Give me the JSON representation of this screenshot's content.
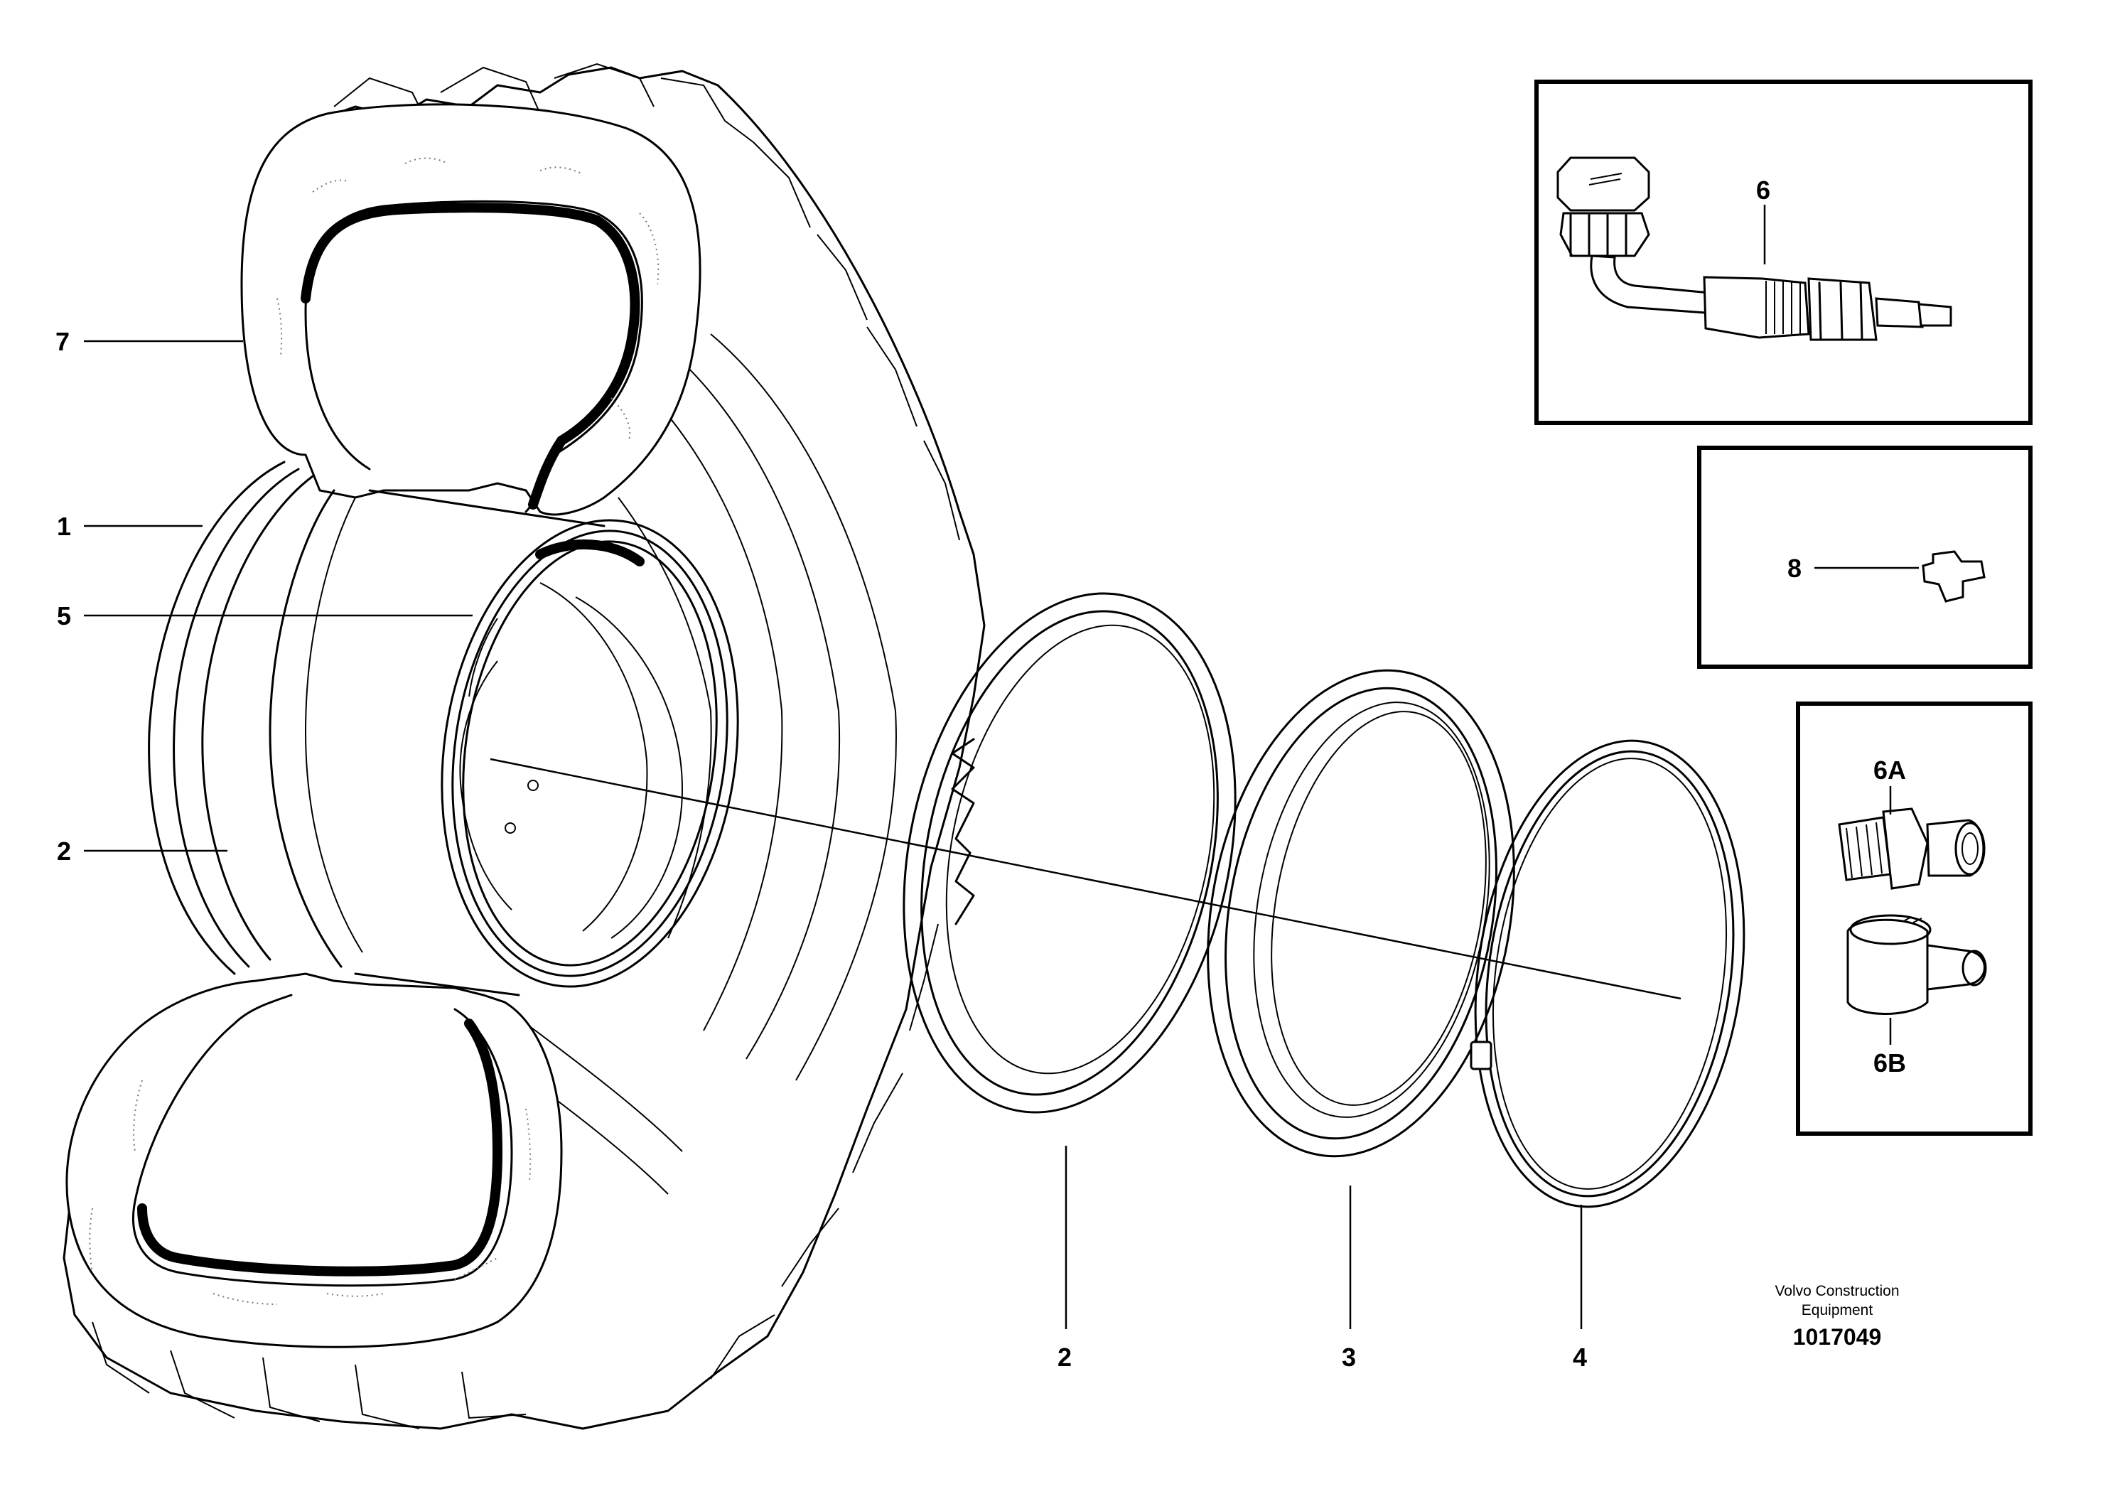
{
  "callouts": {
    "item_7": "7",
    "item_1": "1",
    "item_5": "5",
    "item_2_wheel": "2",
    "item_2_ring": "2",
    "item_3": "3",
    "item_4": "4",
    "item_6": "6",
    "item_8": "8",
    "item_6A": "6A",
    "item_6B": "6B"
  },
  "caption": {
    "line1": "Volvo Construction",
    "line2": "Equipment",
    "number": "1017049"
  },
  "icons": [
    "tire-icon",
    "rim-icon",
    "lock-ring-icon",
    "bead-seat-ring-icon",
    "o-ring-icon",
    "valve-icon",
    "valve-adapter-icon",
    "valve-core-cap-icon",
    "plug-icon"
  ]
}
